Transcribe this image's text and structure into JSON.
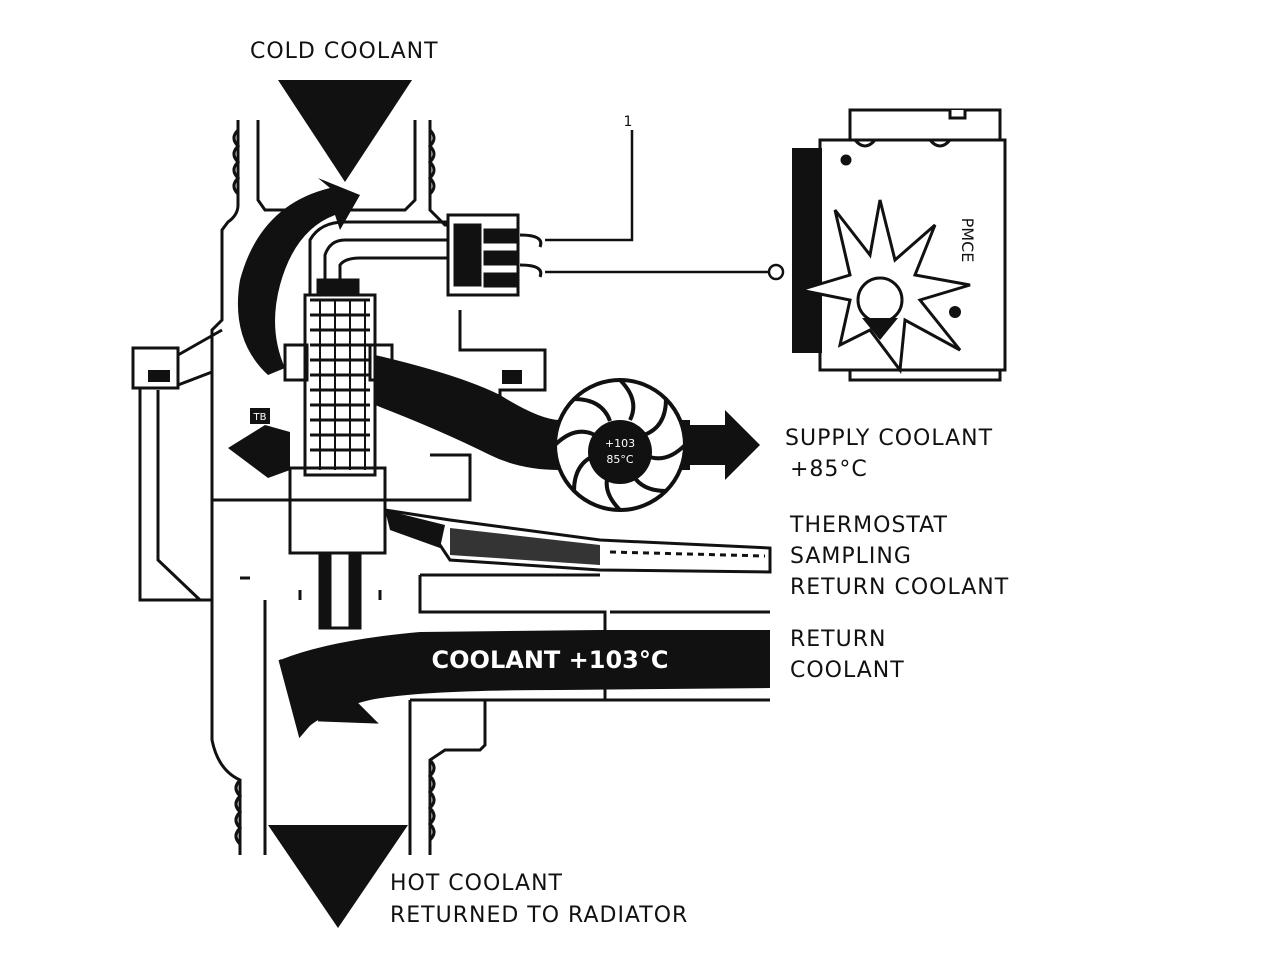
{
  "labels": {
    "cold_coolant": "COLD COOLANT",
    "callout_number": "1",
    "ecm_label": "PMCE",
    "supply_coolant": "SUPPLY COOLANT",
    "supply_coolant_temp": "+85°C",
    "thermostat_sampling_1": "THERMOSTAT",
    "thermostat_sampling_2": "SAMPLING",
    "thermostat_sampling_3": "RETURN COOLANT",
    "return_coolant_1": "RETURN",
    "return_coolant_2": "COOLANT",
    "hot_coolant_1": "HOT COOLANT",
    "hot_coolant_2": "RETURNED TO RADIATOR",
    "return_channel_text": "COOLANT +103°C",
    "pump_text_1": "+103",
    "pump_text_2": "85°C",
    "component_mark": "TB"
  },
  "colors": {
    "ink": "#111111",
    "paper": "#ffffff"
  }
}
